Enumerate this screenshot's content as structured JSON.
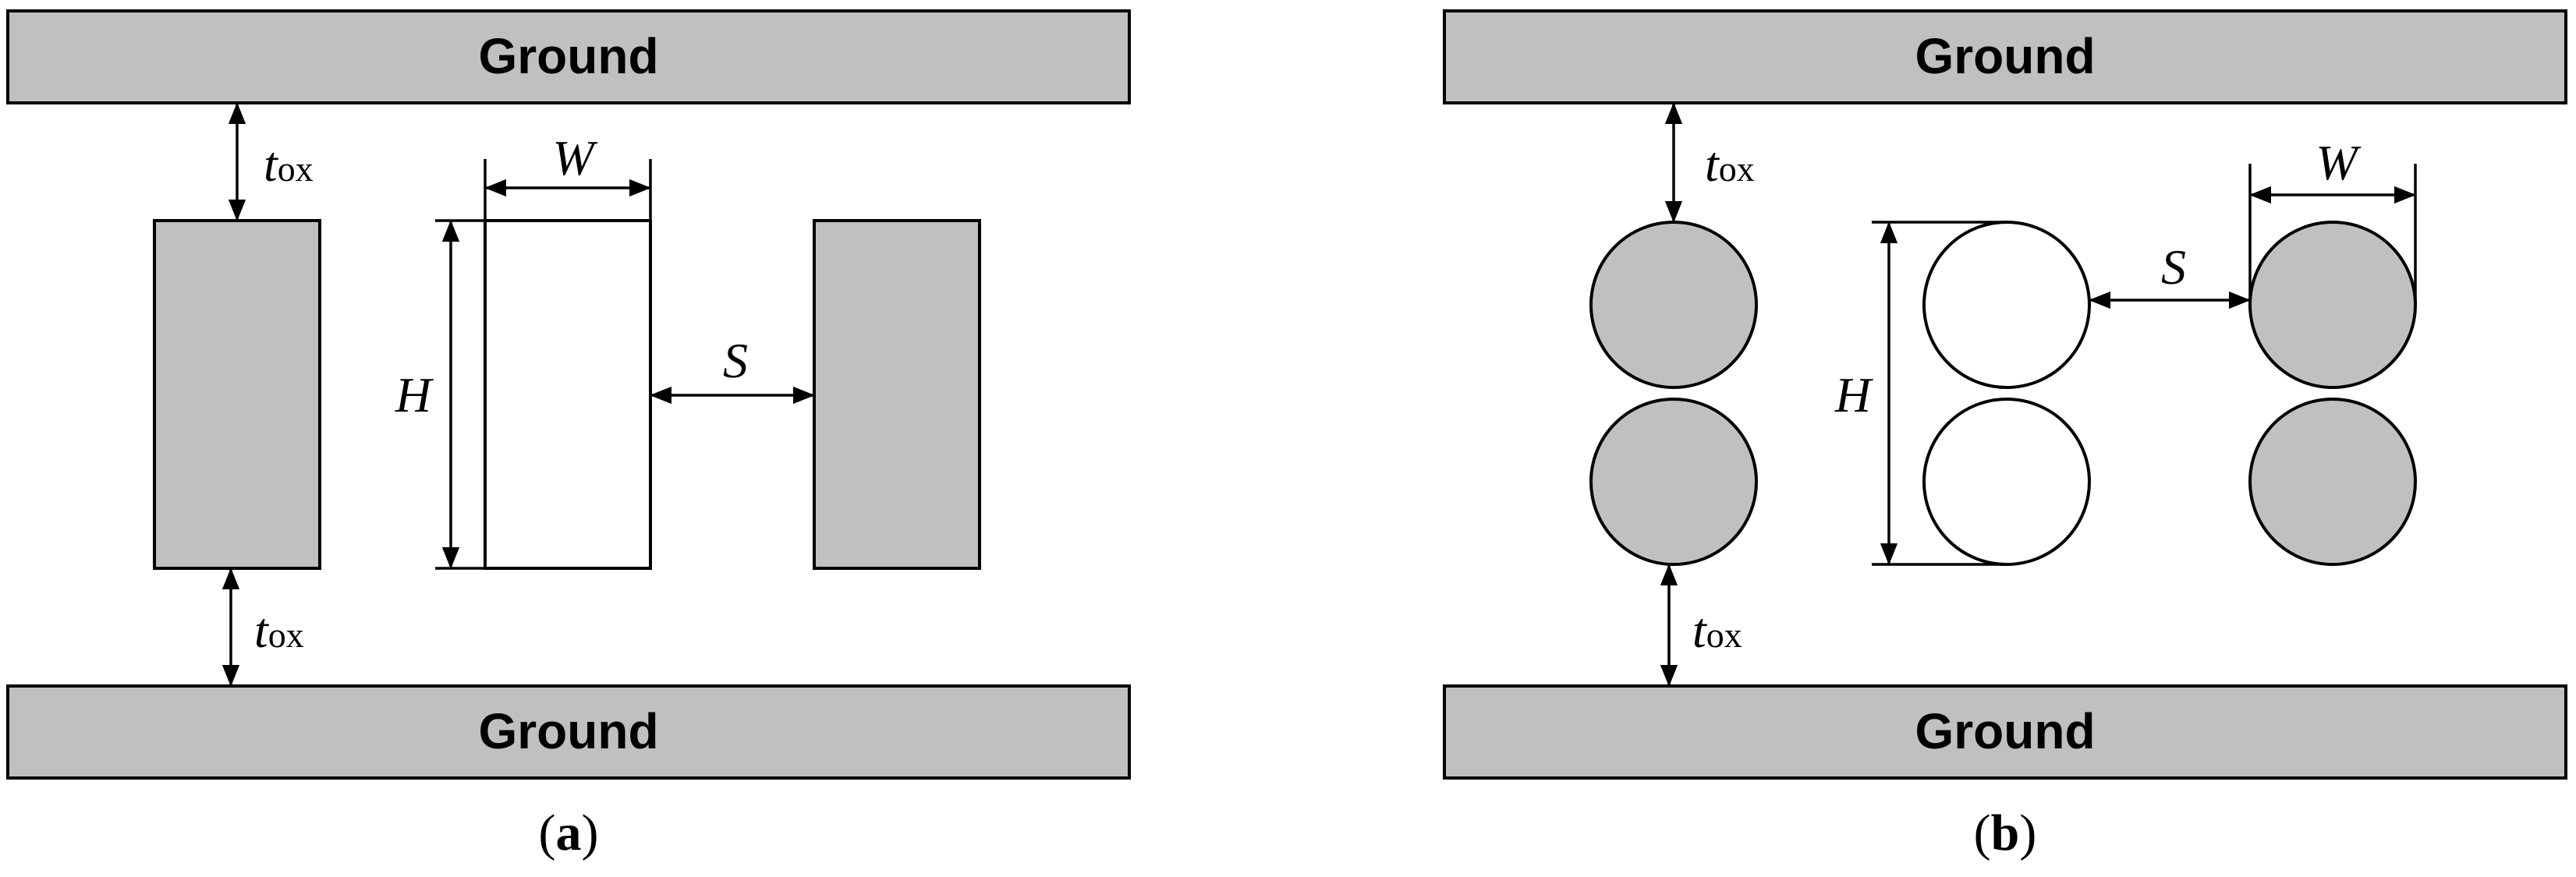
{
  "labels": {
    "ground": "Ground",
    "t": "t",
    "ox": "ox",
    "W": "W",
    "H": "H",
    "S": "S"
  },
  "panels": {
    "a": {
      "caption_open": "(",
      "caption_letter": "a",
      "caption_close": ")"
    },
    "b": {
      "caption_open": "(",
      "caption_letter": "b",
      "caption_close": ")"
    }
  },
  "colors": {
    "conductor_fill": "#c0c0c0",
    "line": "#000000",
    "background": "#ffffff"
  }
}
